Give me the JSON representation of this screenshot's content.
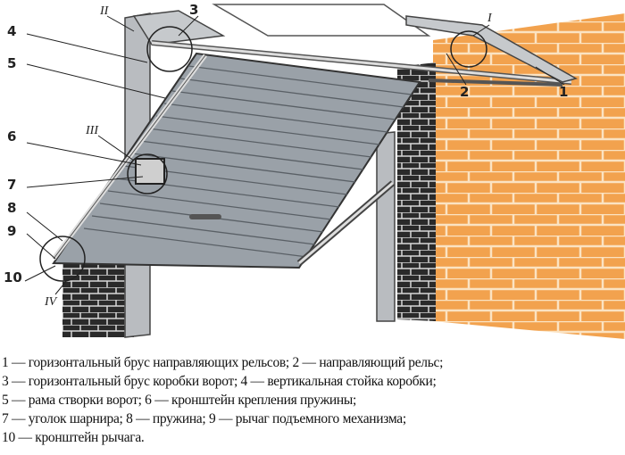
{
  "callouts": {
    "n1": "1",
    "n2": "2",
    "n3": "3",
    "n4": "4",
    "n5": "5",
    "n6": "6",
    "n7": "7",
    "n8": "8",
    "n9": "9",
    "n10": "10",
    "r1": "I",
    "r2": "II",
    "r3": "III",
    "r4": "IV"
  },
  "colors": {
    "brick": "#f2a24e",
    "mortar": "#fbe3c2",
    "dark_brick": "#2a2a2a",
    "frame": "#b9bcc0",
    "door": "#9aa1a8"
  },
  "caption": [
    "1 — горизонтальный брус направляющих рельсов; 2 — направляющий рельс;",
    "3 — горизонтальный брус коробки ворот; 4 — вертикальная стойка коробки;",
    "5 — рама створки ворот; 6 — кронштейн крепления пружины;",
    "7 — уголок шарнира; 8 — пружина; 9 — рычаг подъемного механизма;",
    "10 — кронштейн рычага."
  ]
}
